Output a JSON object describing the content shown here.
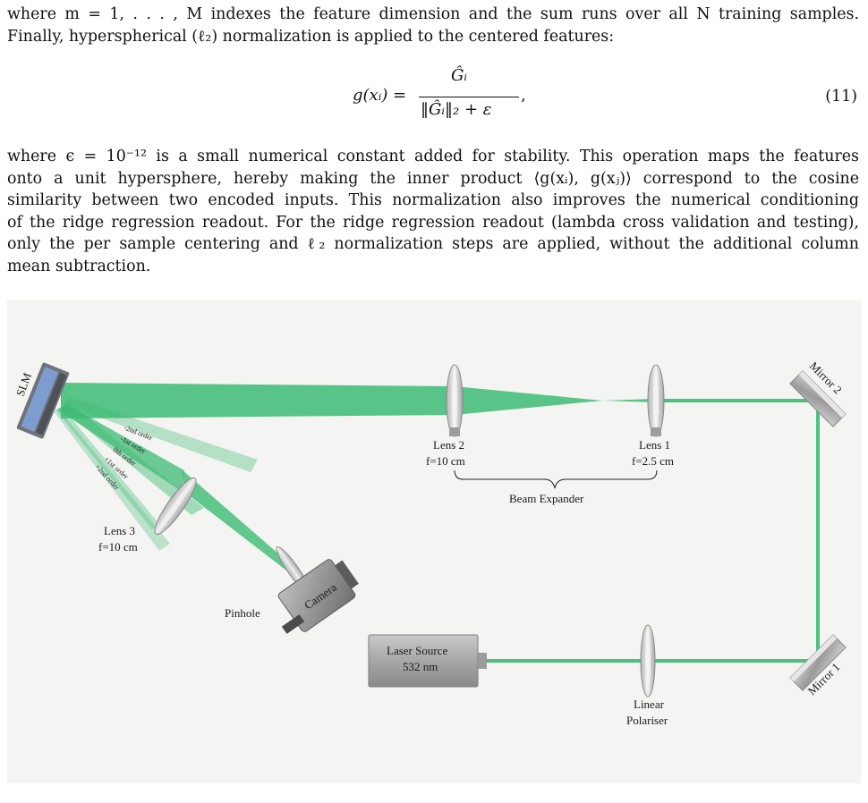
{
  "text": {
    "line1": "where m = 1, . . . , M indexes the feature dimension and the sum runs over all N training samples.",
    "line2": "Finally, hyperspherical (ℓ₂) normalization is applied to the centered features:",
    "eq_lhs": "g(xᵢ) =",
    "eq_numerator": "Ĝᵢ",
    "eq_denominator": "‖Ĝᵢ‖₂ + ε",
    "eq_comma": ",",
    "eq_number": "(11)",
    "p2_l1": "where ϵ = 10⁻¹² is a small numerical constant added for stability. This operation maps the features",
    "p2_l2": "onto a unit hypersphere, hereby making the inner product ⟨g(xᵢ), g(xⱼ)⟩ correspond to the cosine",
    "p2_l3": "similarity between two encoded inputs. This normalization also improves the numerical conditioning",
    "p2_l4": "of the ridge regression readout. For the ridge regression readout (lambda cross validation and testing),",
    "p2_l5": "only the per sample centering and ℓ₂ normalization steps are applied, without the additional column",
    "p2_l6": "mean subtraction."
  },
  "figure": {
    "slm": "SLM",
    "orders": [
      "-2nd order",
      "-1st order",
      "0th order",
      "+1st order",
      "+2nd order"
    ],
    "lens3_name": "Lens 3",
    "lens3_f": "f=10 cm",
    "lens2_name": "Lens 2",
    "lens2_f": "f=10 cm",
    "lens1_name": "Lens 1",
    "lens1_f": "f=2.5 cm",
    "beam_expander": "Beam Expander",
    "mirror2": "Mirror 2",
    "mirror1": "Mirror 1",
    "camera": "Camera",
    "pinhole": "Pinhole",
    "laser_line1": "Laser Source",
    "laser_line2": "532 nm",
    "polariser_line1": "Linear",
    "polariser_line2": "Polariser"
  },
  "colors": {
    "beam": "#3dbb73",
    "page": "#ffffff",
    "figure_bg": "#f4f4f3"
  }
}
